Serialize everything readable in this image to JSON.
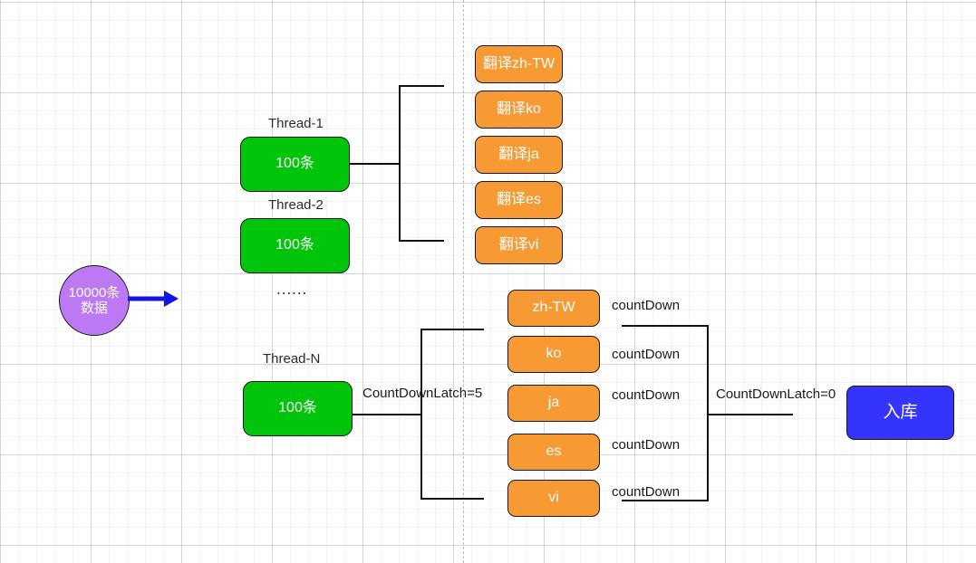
{
  "diagram": {
    "title": "CountDownLatch multi-thread translation flow",
    "colors": {
      "green": "#00c50b",
      "orange": "#f89a34",
      "blue": "#3434fd",
      "purple": "#bd79f4",
      "line": "#111111",
      "arrow": "#1414e6",
      "grid": "#e8e8e8"
    },
    "source": {
      "label": "10000条数据",
      "shape": "circle"
    },
    "arrow": {
      "name": "flow-arrow",
      "direction": "right",
      "color": "#1414e6"
    },
    "threads": [
      {
        "caption": "Thread-1",
        "label": "100条"
      },
      {
        "caption": "Thread-2",
        "label": "100条"
      },
      {
        "caption": "Thread-N",
        "label": "100条"
      }
    ],
    "ellipsis": "......",
    "translate_tasks": [
      {
        "label": "翻译zh-TW"
      },
      {
        "label": "翻译ko"
      },
      {
        "label": "翻译ja"
      },
      {
        "label": "翻译es"
      },
      {
        "label": "翻译vi"
      }
    ],
    "languages": [
      {
        "label": "zh-TW",
        "count_label": "countDown"
      },
      {
        "label": "ko",
        "count_label": "countDown"
      },
      {
        "label": "ja",
        "count_label": "countDown"
      },
      {
        "label": "es",
        "count_label": "countDown"
      },
      {
        "label": "vi",
        "count_label": "countDown"
      }
    ],
    "latch_start": "CountDownLatch=5",
    "latch_end": "CountDownLatch=0",
    "sink": {
      "label": "入库"
    }
  }
}
